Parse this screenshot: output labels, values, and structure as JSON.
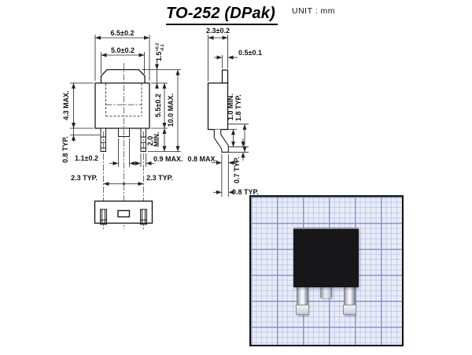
{
  "header": {
    "title": "TO-252 (DPak)",
    "unit_label": "UNIT : mm"
  },
  "front_view": {
    "top_width": "6.5±0.2",
    "tab_width": "5.0±0.2",
    "tab_height_value": "1.5",
    "tab_height_tol_plus": "+0.2",
    "tab_height_tol_minus": "-0.1",
    "body_height": "4.3 MAX.",
    "lead_thickness": "0.8 TYP.",
    "center_lead_width": "1.1±0.2",
    "body_length": "5.5±0.2",
    "total_length": "10.0 MAX.",
    "lead_length_value": "2.0",
    "lead_length_suffix": "MIN.",
    "lead_width": "0.9 MAX.",
    "lead_pitch_left": "2.3 TYP.",
    "lead_pitch_right": "2.3 TYP."
  },
  "side_view": {
    "body_thickness": "2.3±0.2",
    "tab_thickness": "0.5±0.1",
    "standoff_min": "1.0 MIN.",
    "standoff_typ": "1.8 TYP.",
    "lead_foot_thickness": "0.8 MAX.",
    "foot_height": "0.7 TYP.",
    "foot_width": "0.8 TYP."
  },
  "photo": {
    "colors": {
      "paper": "#e9ebf7",
      "grid-minor": "#c2cceb",
      "grid-major": "#7e97d8",
      "component-body": "#17171a",
      "photo-border": "#111111"
    }
  }
}
